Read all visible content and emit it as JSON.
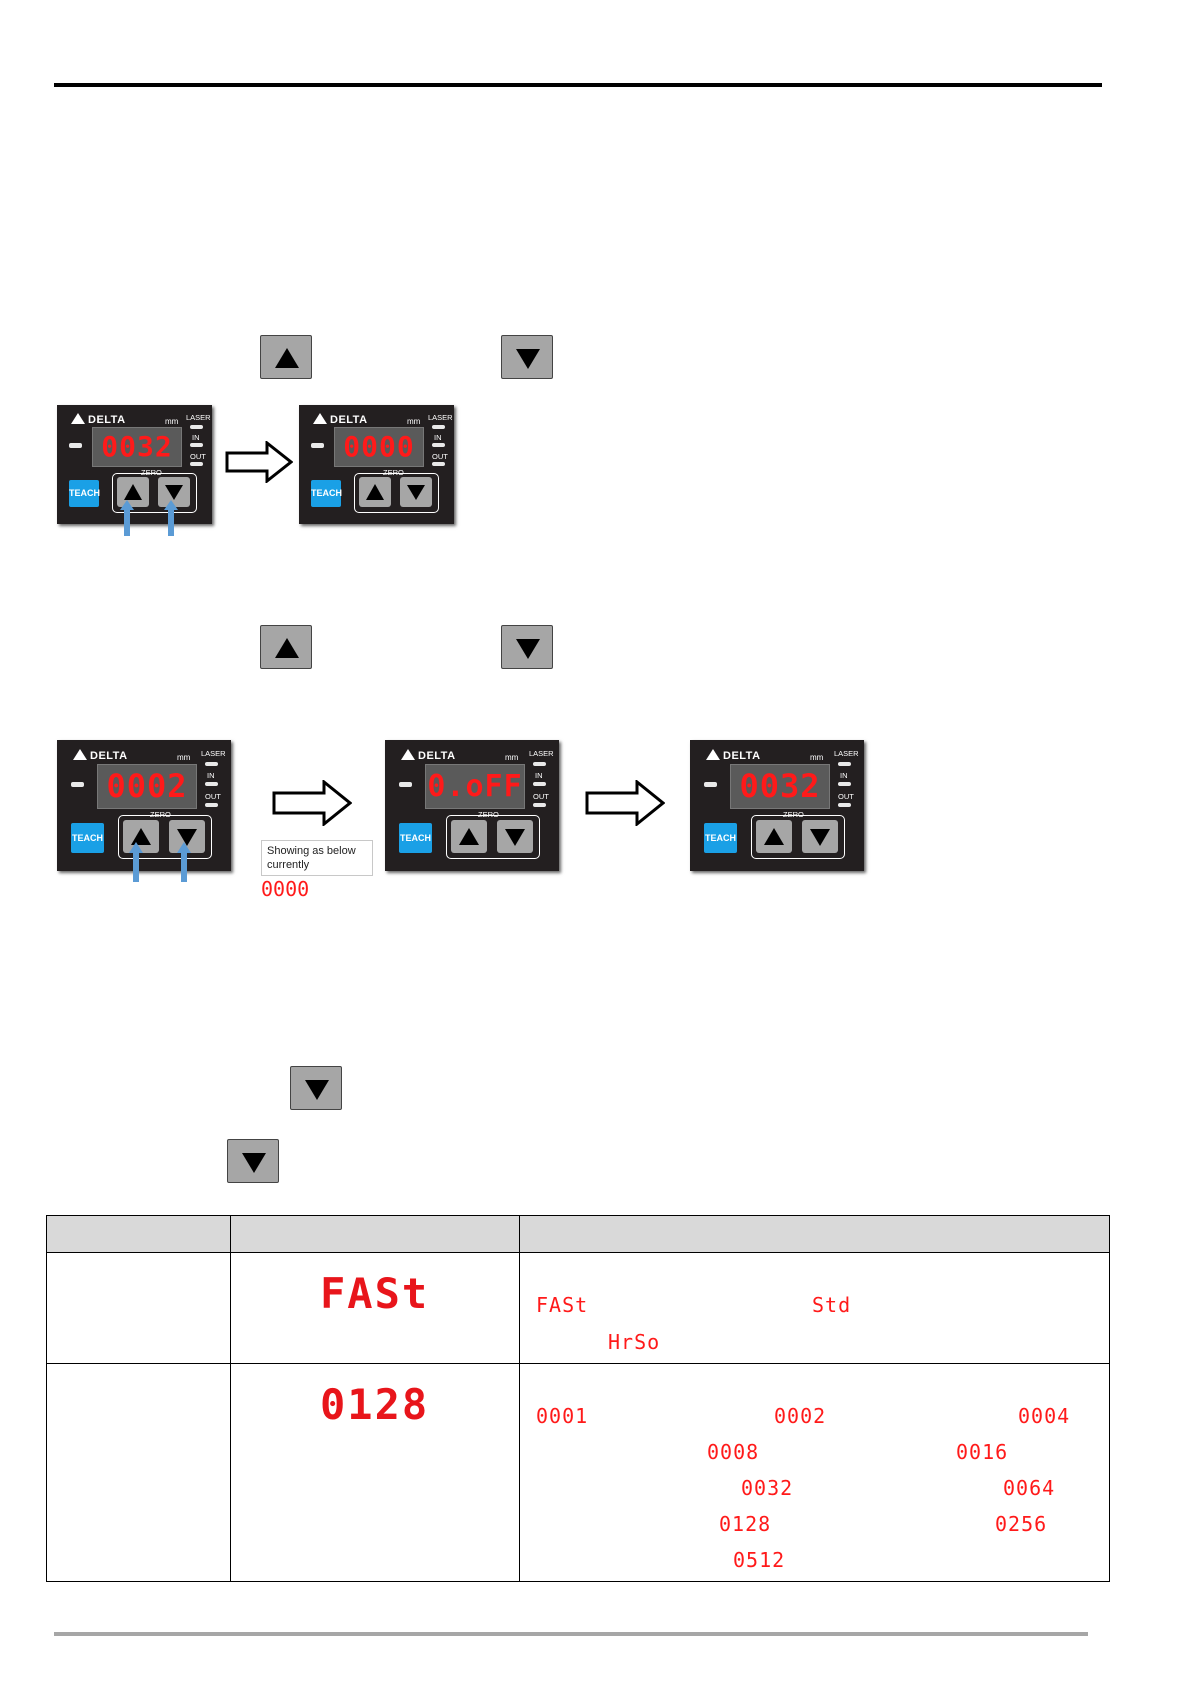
{
  "buttons": {
    "up_icon": "up-triangle-icon",
    "down_icon": "down-triangle-icon"
  },
  "device": {
    "brand": "DELTA",
    "unit": "mm",
    "laser": "LASER",
    "in": "IN",
    "out": "OUT",
    "zero": "ZERO",
    "teach": "TEACH"
  },
  "row1": {
    "display_before": "0032",
    "display_after": "0000"
  },
  "row2": {
    "display_first": "0002",
    "display_second": "0.oFF",
    "display_third": "0032",
    "note": "Showing as below currently",
    "note_code": "0000"
  },
  "table": {
    "row1": {
      "display": "FASt",
      "codes": [
        "FASt",
        "Std",
        "HrSo"
      ]
    },
    "row2": {
      "display": "0128",
      "codes": [
        "0001",
        "0002",
        "0004",
        "0008",
        "0016",
        "0032",
        "0064",
        "0128",
        "0256",
        "0512"
      ]
    }
  },
  "colors": {
    "led_red": "#ff1a1a",
    "teach_blue": "#1aa0e6",
    "button_gray": "#a6a6a6",
    "panel": "#231f20"
  }
}
